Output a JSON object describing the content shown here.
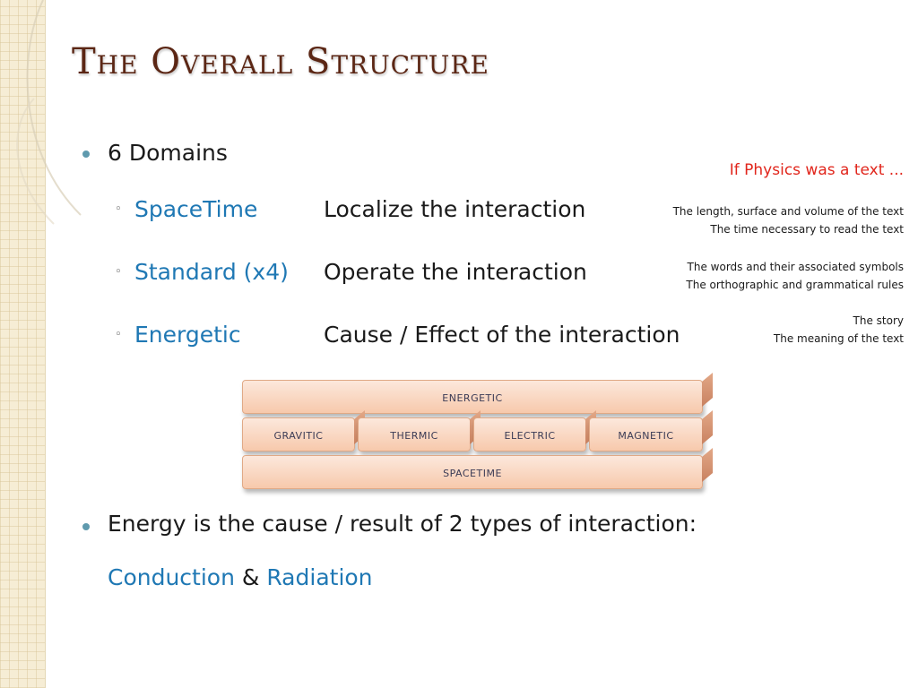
{
  "slide": {
    "title": "The Overall Structure"
  },
  "bullets": {
    "domains_label": "6 Domains",
    "domains": [
      {
        "name": "SpaceTime",
        "description": "Localize the interaction"
      },
      {
        "name": "Standard (x4)",
        "description": "Operate the interaction"
      },
      {
        "name": "Energetic",
        "description": "Cause / Effect of the interaction"
      }
    ],
    "energy_line": "Energy is the cause / result of 2 types of interaction:",
    "conduction": "Conduction",
    "ampersand": "&",
    "radiation": "Radiation"
  },
  "sidebar": {
    "heading": "If Physics was a text ...",
    "notes": [
      [
        "The length, surface and volume of the text",
        "The  time necessary to read the text"
      ],
      [
        "The words and their associated symbols",
        "The orthographic and grammatical rules"
      ],
      [
        "The story",
        "The meaning of the text"
      ]
    ]
  },
  "diagram": {
    "top": "energetic",
    "middle": [
      "gravitic",
      "thermic",
      "electric",
      "magnetic"
    ],
    "bottom": "spacetime"
  },
  "colors": {
    "title": "#5b2614",
    "accent_blue": "#1f78b4",
    "accent_red": "#e1261c",
    "bullet": "#5f9aae",
    "block_fill": "#f7c9ac",
    "left_band": "#f6edd5"
  },
  "icons": {
    "bullet": "round-bullet-icon",
    "sub_bullet": "ring-bullet-icon"
  }
}
